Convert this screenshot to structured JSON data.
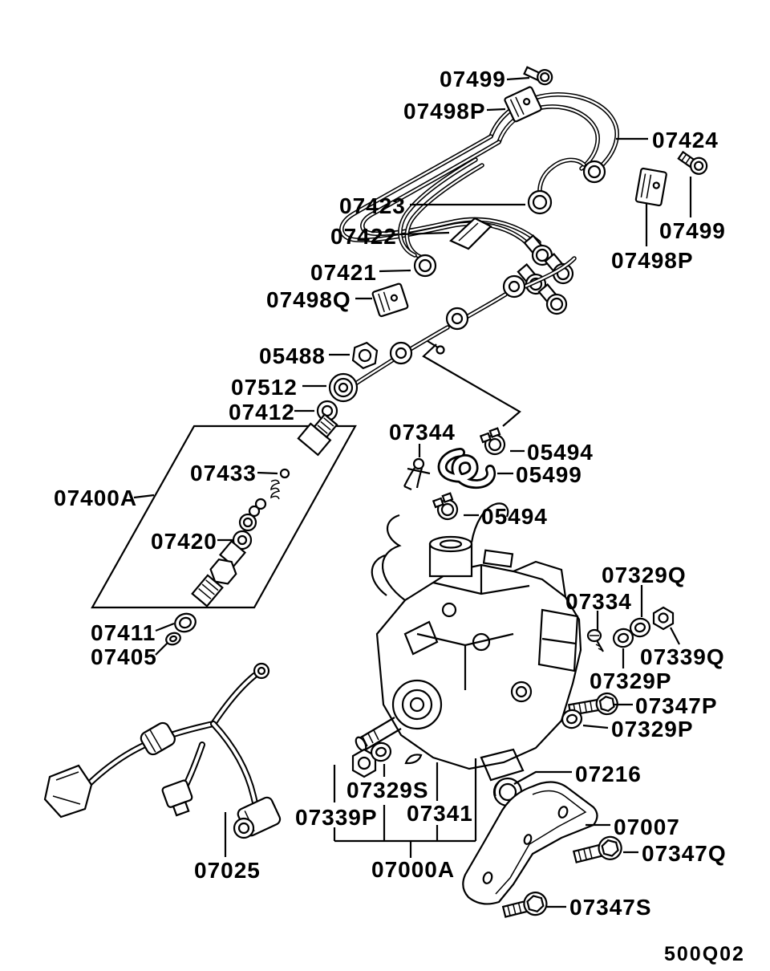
{
  "diagram": {
    "type": "parts-diagram",
    "subject": "fuel-injection-pump-and-pipes",
    "colors": {
      "line": "#000000",
      "background": "#ffffff"
    },
    "page_code": "500Q02",
    "labels": [
      {
        "text": "07499"
      },
      {
        "text": "07498P"
      },
      {
        "text": "07424"
      },
      {
        "text": "07423"
      },
      {
        "text": "07422"
      },
      {
        "text": "07421"
      },
      {
        "text": "07498Q"
      },
      {
        "text": "07499"
      },
      {
        "text": "07498P"
      },
      {
        "text": "05488"
      },
      {
        "text": "07512"
      },
      {
        "text": "07412"
      },
      {
        "text": "07344"
      },
      {
        "text": "05494"
      },
      {
        "text": "05499"
      },
      {
        "text": "05494"
      },
      {
        "text": "07400A"
      },
      {
        "text": "07433"
      },
      {
        "text": "07420"
      },
      {
        "text": "07411"
      },
      {
        "text": "07405"
      },
      {
        "text": "07329Q"
      },
      {
        "text": "07334"
      },
      {
        "text": "07339Q"
      },
      {
        "text": "07329P"
      },
      {
        "text": "07347P"
      },
      {
        "text": "07329P"
      },
      {
        "text": "07216"
      },
      {
        "text": "07007"
      },
      {
        "text": "07347Q"
      },
      {
        "text": "07347S"
      },
      {
        "text": "07329S"
      },
      {
        "text": "07339P"
      },
      {
        "text": "07341"
      },
      {
        "text": "07000A"
      },
      {
        "text": "07025"
      }
    ]
  }
}
